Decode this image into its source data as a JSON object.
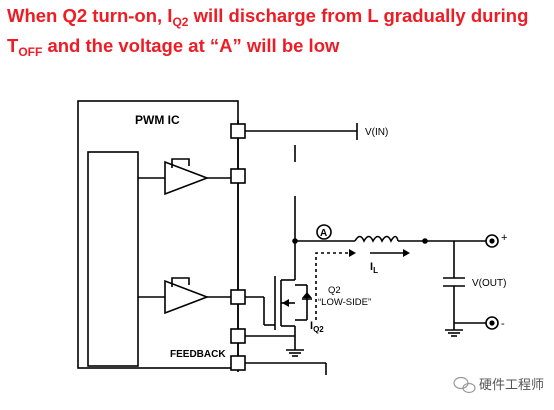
{
  "title": {
    "part1": "When Q2 turn-on, I",
    "sub1": "Q2",
    "part2": " will discharge from L gradually during",
    "part3": "T",
    "sub2": "OFF",
    "part4": " and the voltage at “A” will be low"
  },
  "diagram": {
    "ic_label": "PWM IC",
    "feedback_label": "FEEDBACK",
    "vin_label": "V(IN)",
    "vout_label": "V(OUT)",
    "node_a_label": "A",
    "q2_label": "Q2",
    "low_side_label": "“LOW-SIDE”",
    "iq2_main": "I",
    "iq2_sub": "Q2",
    "il_main": "I",
    "il_sub": "L",
    "plus_label": "+",
    "minus_label": "-"
  },
  "watermark": {
    "text": "硬件工程师",
    "icon": "wechat-icon"
  },
  "colors": {
    "title": "#ee1c24",
    "lines": "#000000"
  }
}
